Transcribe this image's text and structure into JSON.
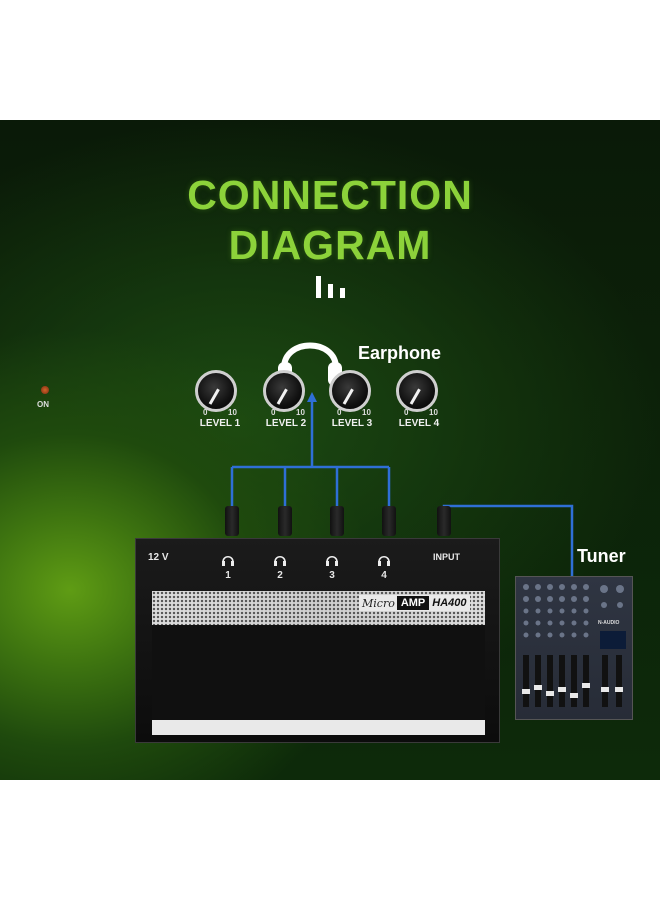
{
  "title": {
    "line1": "CONNECTION",
    "line2": "DIAGRAM"
  },
  "labels": {
    "earphone": "Earphone",
    "tuner": "Tuner"
  },
  "amplifier": {
    "power_label": "12 V",
    "input_label": "INPUT",
    "jacks": [
      "1",
      "2",
      "3",
      "4"
    ],
    "brand_micro": "Micro",
    "brand_amp": "AMP",
    "model": "HA400",
    "on_label": "ON",
    "scale_min": "0",
    "scale_max": "10",
    "levels": [
      "LEVEL 1",
      "LEVEL 2",
      "LEVEL 3",
      "LEVEL 4"
    ]
  },
  "mixer": {
    "brand": "N-AUDIO"
  },
  "colors": {
    "title": "#8cd23a",
    "connector_line": "#2f6fd6",
    "background_glow": "#5f9c14"
  }
}
